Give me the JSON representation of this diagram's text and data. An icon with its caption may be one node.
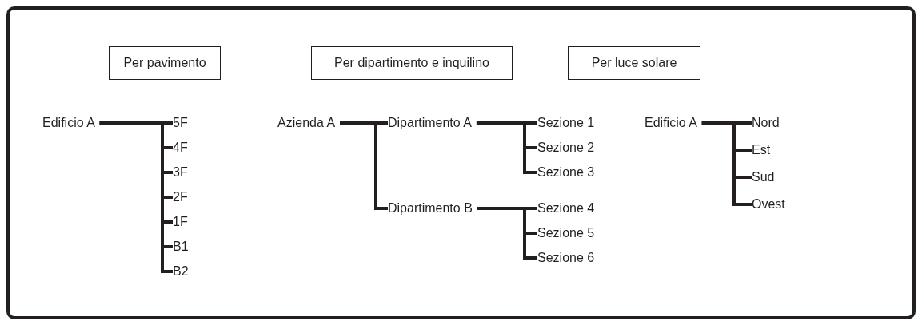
{
  "diagram": {
    "nodes": [
      {
        "text": [
          "Per pavimento"
        ]
      },
      {
        "text": [
          "Per dipartimento e inquilino"
        ]
      },
      {
        "text": [
          "Per luce solare"
        ]
      },
      {
        "text": [
          "Edificio A"
        ]
      },
      {
        "text": [
          "5F"
        ]
      },
      {
        "text": [
          "4F"
        ]
      },
      {
        "text": [
          "3F"
        ]
      },
      {
        "text": [
          "2F"
        ]
      },
      {
        "text": [
          "1F"
        ]
      },
      {
        "text": [
          "B1"
        ]
      },
      {
        "text": [
          "B2"
        ]
      },
      {
        "text": [
          "Azienda A"
        ]
      },
      {
        "text": [
          "Dipartimento A"
        ]
      },
      {
        "text": [
          "Dipartimento B"
        ]
      },
      {
        "text": [
          "Sezione 1"
        ]
      },
      {
        "text": [
          "Sezione 2"
        ]
      },
      {
        "text": [
          "Sezione 3"
        ]
      },
      {
        "text": [
          "Sezione 4"
        ]
      },
      {
        "text": [
          "Sezione 5"
        ]
      },
      {
        "text": [
          "Sezione 6"
        ]
      },
      {
        "text": [
          "Edificio A"
        ]
      },
      {
        "text": [
          "Nord"
        ]
      },
      {
        "text": [
          "Est"
        ]
      },
      {
        "text": [
          "Sud"
        ]
      },
      {
        "text": [
          "Ovest"
        ]
      }
    ],
    "edges": [
      {
        "from": 3,
        "to": 4,
        "arrow": "none"
      },
      {
        "from": 3,
        "to": 5,
        "arrow": "none"
      },
      {
        "from": 3,
        "to": 6,
        "arrow": "none"
      },
      {
        "from": 3,
        "to": 7,
        "arrow": "none"
      },
      {
        "from": 3,
        "to": 8,
        "arrow": "none"
      },
      {
        "from": 3,
        "to": 9,
        "arrow": "none"
      },
      {
        "from": 3,
        "to": 10,
        "arrow": "none"
      },
      {
        "from": 11,
        "to": 12,
        "arrow": "none"
      },
      {
        "from": 11,
        "to": 13,
        "arrow": "none"
      },
      {
        "from": 12,
        "to": 14,
        "arrow": "none"
      },
      {
        "from": 12,
        "to": 15,
        "arrow": "none"
      },
      {
        "from": 12,
        "to": 16,
        "arrow": "none"
      },
      {
        "from": 13,
        "to": 17,
        "arrow": "none"
      },
      {
        "from": 13,
        "to": 18,
        "arrow": "none"
      },
      {
        "from": 13,
        "to": 19,
        "arrow": "none"
      },
      {
        "from": 20,
        "to": 21,
        "arrow": "none"
      },
      {
        "from": 20,
        "to": 22,
        "arrow": "none"
      },
      {
        "from": 20,
        "to": 23,
        "arrow": "none"
      },
      {
        "from": 20,
        "to": 24,
        "arrow": "none"
      }
    ]
  }
}
